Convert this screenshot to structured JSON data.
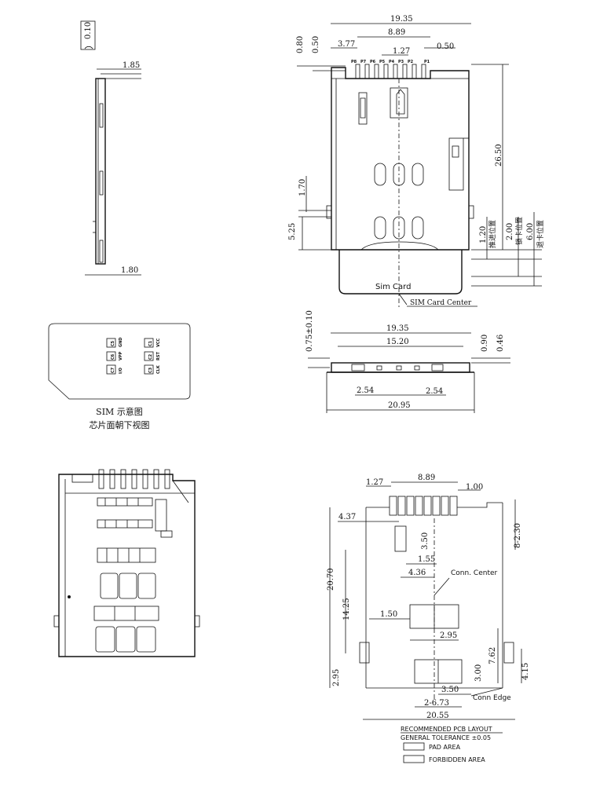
{
  "side_view": {
    "dims": {
      "top_thickness": "0.10",
      "height": "1.85",
      "bottom": "1.80"
    }
  },
  "top_view": {
    "dims": {
      "width": "19.35",
      "pitch_span": "8.89",
      "left_offset": "3.77",
      "pitch": "1.27",
      "pin_width": "0.50",
      "top_a": "0.80",
      "top_b": "0.50",
      "length": "26.50",
      "d_170": "1.70",
      "d_525": "5.25",
      "d_120": "1.20",
      "d_200": "2.00",
      "d_600": "6.00"
    },
    "pin_labels": [
      "P8",
      "P7",
      "P6",
      "P5",
      "P4",
      "P3",
      "P2",
      "P1"
    ],
    "position_labels": [
      "推进位置",
      "锁卡位置",
      "退卡位置"
    ],
    "card_label": "Sim Card",
    "card_center_label": "SIM Card Center"
  },
  "front_view": {
    "dims": {
      "height": "0.75±0.10",
      "width_top": "19.35",
      "inner": "15.20",
      "d_090": "0.90",
      "d_046": "0.46",
      "left_254": "2.54",
      "right_254": "2.54",
      "bottom_width": "20.95"
    }
  },
  "sim_card": {
    "contacts": [
      {
        "id": "C5",
        "func": "GND"
      },
      {
        "id": "C1",
        "func": "VCC"
      },
      {
        "id": "C6",
        "func": "VPP"
      },
      {
        "id": "C2",
        "func": "RST"
      },
      {
        "id": "C7",
        "func": "I/O"
      },
      {
        "id": "C3",
        "func": "CLK"
      }
    ],
    "caption_line1": "SIM 示意图",
    "caption_line2": "芯片面朝下视图"
  },
  "pcb_layout": {
    "dims": {
      "d_127": "1.27",
      "d_889": "8.89",
      "d_100": "1.00",
      "d_437": "4.37",
      "d_350a": "3.50",
      "d_155": "1.55",
      "d_436": "4.36",
      "d_2070": "20.70",
      "d_1425": "14.25",
      "d_150": "1.50",
      "d_295a": "2.95",
      "d_300": "3.00",
      "d_762": "7.62",
      "d_415": "4.15",
      "d_295b": "2.95",
      "d_350b": "3.50",
      "d_673": "2-6.73",
      "d_2055": "20.55",
      "d_230": "8-2.30"
    },
    "conn_center": "Conn. Center",
    "conn_edge": "Conn Edge",
    "legend_title": "RECOMMENDED PCB LAYOUT",
    "tolerance": "GENERAL TOLERANCE ±0.05",
    "pad_area": "PAD AREA",
    "forbidden_area": "FORBIDDEN AREA"
  }
}
